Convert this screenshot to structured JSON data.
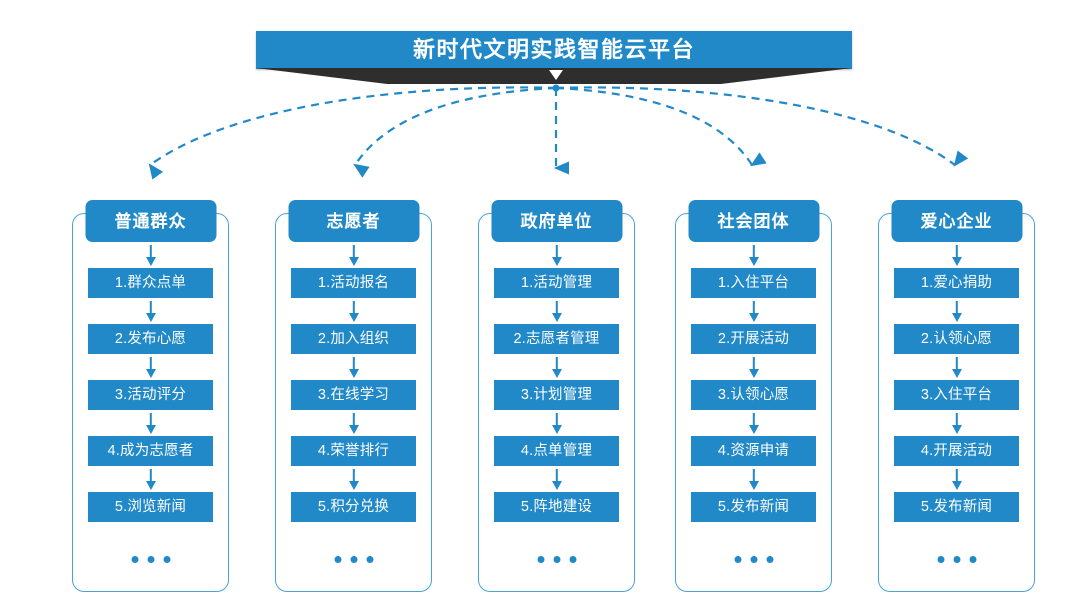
{
  "banner": {
    "title": "新时代文明实践智能云平台",
    "accent_color": "#2189c8",
    "ribbon_color": "#2e2e2e",
    "text_color": "#ffffff"
  },
  "diagram": {
    "type": "flowchart",
    "connector_style": "dashed-curved-arrow",
    "connector_color": "#2189c8",
    "ellipsis_glyph": "•••"
  },
  "columns": [
    {
      "header": "普通群众",
      "items": [
        "1.群众点单",
        "2.发布心愿",
        "3.活动评分",
        "4.成为志愿者",
        "5.浏览新闻"
      ]
    },
    {
      "header": "志愿者",
      "items": [
        "1.活动报名",
        "2.加入组织",
        "3.在线学习",
        "4.荣誉排行",
        "5.积分兑换"
      ]
    },
    {
      "header": "政府单位",
      "items": [
        "1.活动管理",
        "2.志愿者管理",
        "3.计划管理",
        "4.点单管理",
        "5.阵地建设"
      ]
    },
    {
      "header": "社会团体",
      "items": [
        "1.入住平台",
        "2.开展活动",
        "3.认领心愿",
        "4.资源申请",
        "5.发布新闻"
      ]
    },
    {
      "header": "爱心企业",
      "items": [
        "1.爱心捐助",
        "2.认领心愿",
        "3.入住平台",
        "4.开展活动",
        "5.发布新闻"
      ]
    }
  ]
}
